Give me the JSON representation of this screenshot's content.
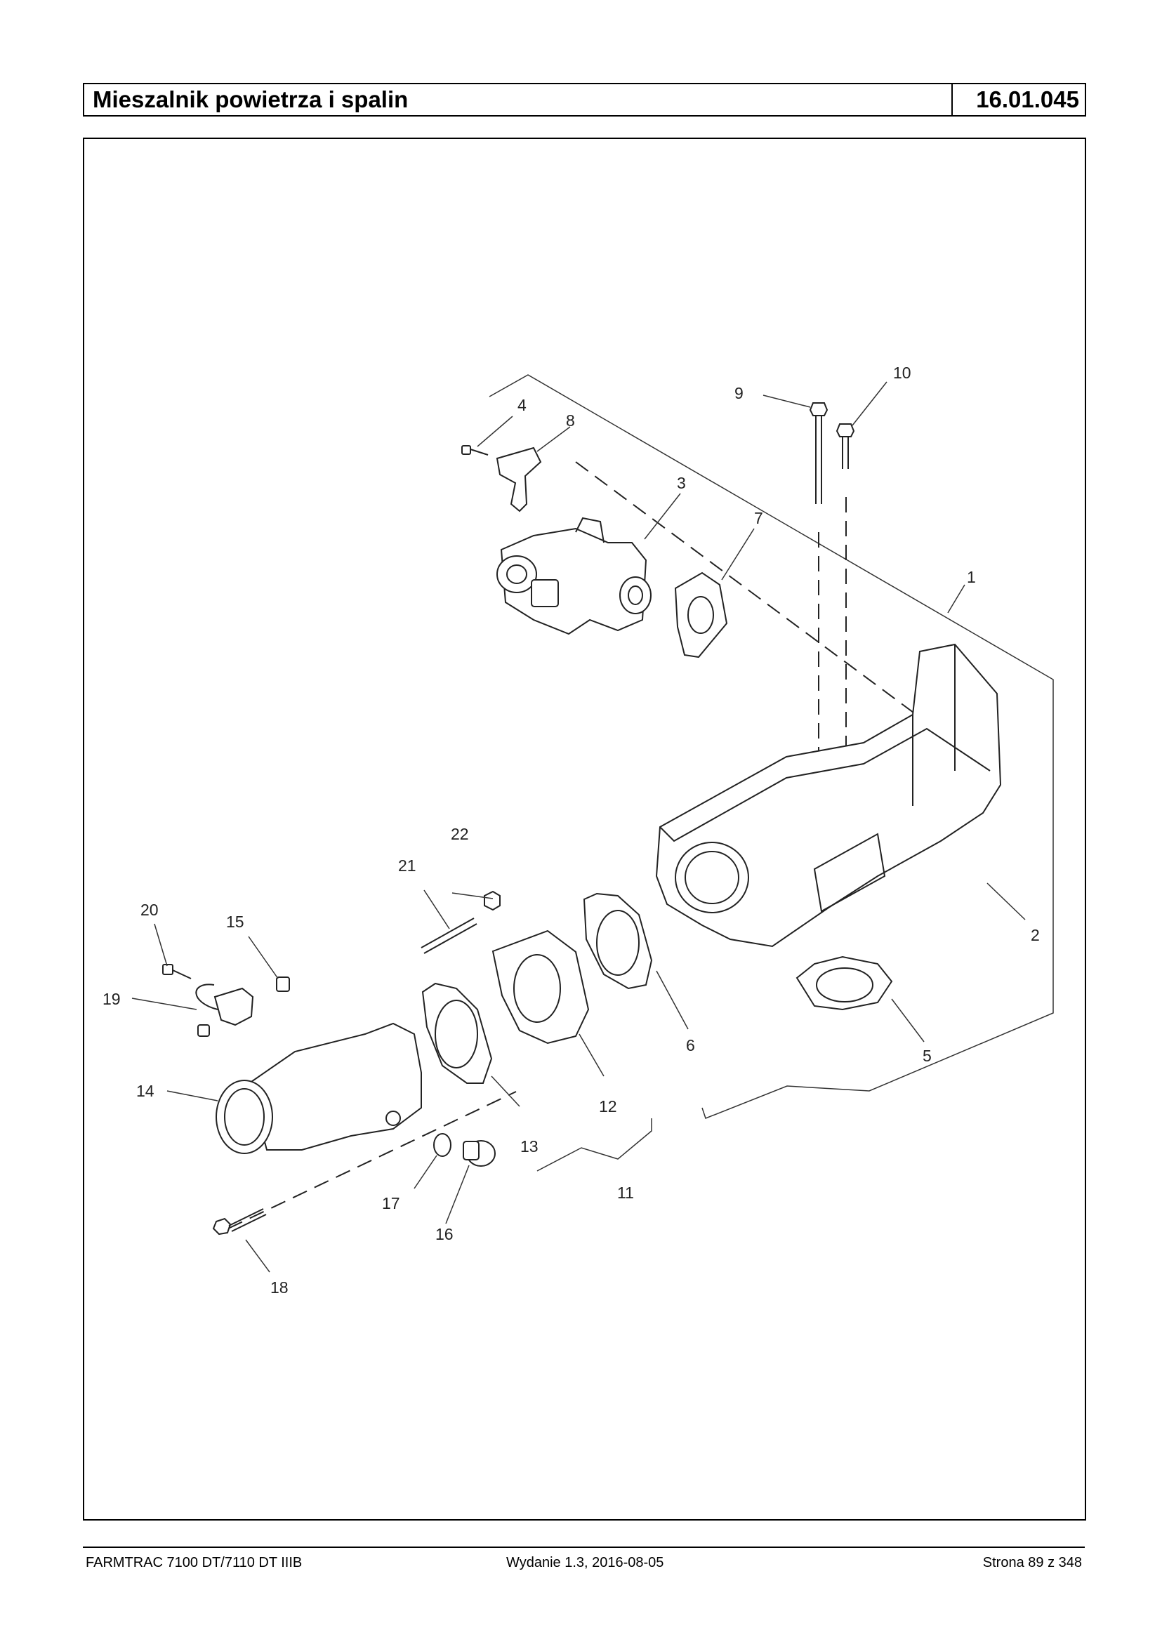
{
  "header": {
    "title": "Mieszalnik powietrza i spalin",
    "code": "16.01.045"
  },
  "diagram": {
    "callouts": [
      "1",
      "2",
      "3",
      "4",
      "5",
      "6",
      "7",
      "8",
      "9",
      "10",
      "11",
      "12",
      "13",
      "14",
      "15",
      "16",
      "17",
      "18",
      "19",
      "20",
      "21",
      "22"
    ]
  },
  "footer": {
    "model": "FARMTRAC 7100 DT/7110 DT IIIB",
    "edition": "Wydanie 1.3,  2016-08-05",
    "page": "Strona 89 z 348"
  }
}
